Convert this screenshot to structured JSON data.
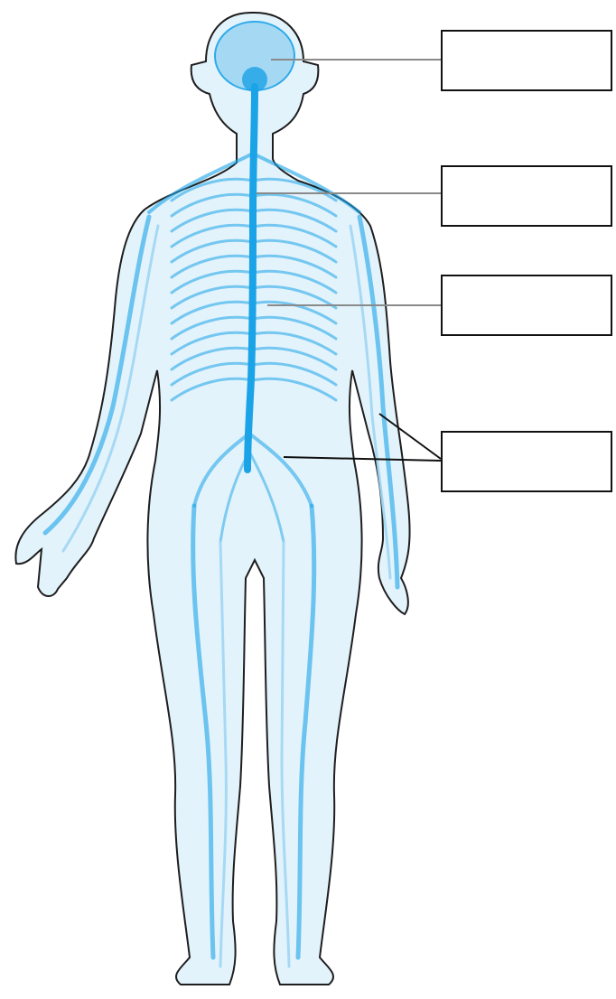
{
  "diagram": {
    "colors": {
      "nerve": "#1aa3e6",
      "nerve_light": "#9fd6f3",
      "body_fill": "#e3f3fc",
      "outline": "#1e1e1e",
      "leader_grey": "#8a8a8a",
      "leader_dark": "#111111",
      "box_border": "#111111"
    },
    "labels": [
      {
        "id": "label-1",
        "text": ""
      },
      {
        "id": "label-2",
        "text": ""
      },
      {
        "id": "label-3",
        "text": ""
      },
      {
        "id": "label-4",
        "text": ""
      }
    ]
  }
}
